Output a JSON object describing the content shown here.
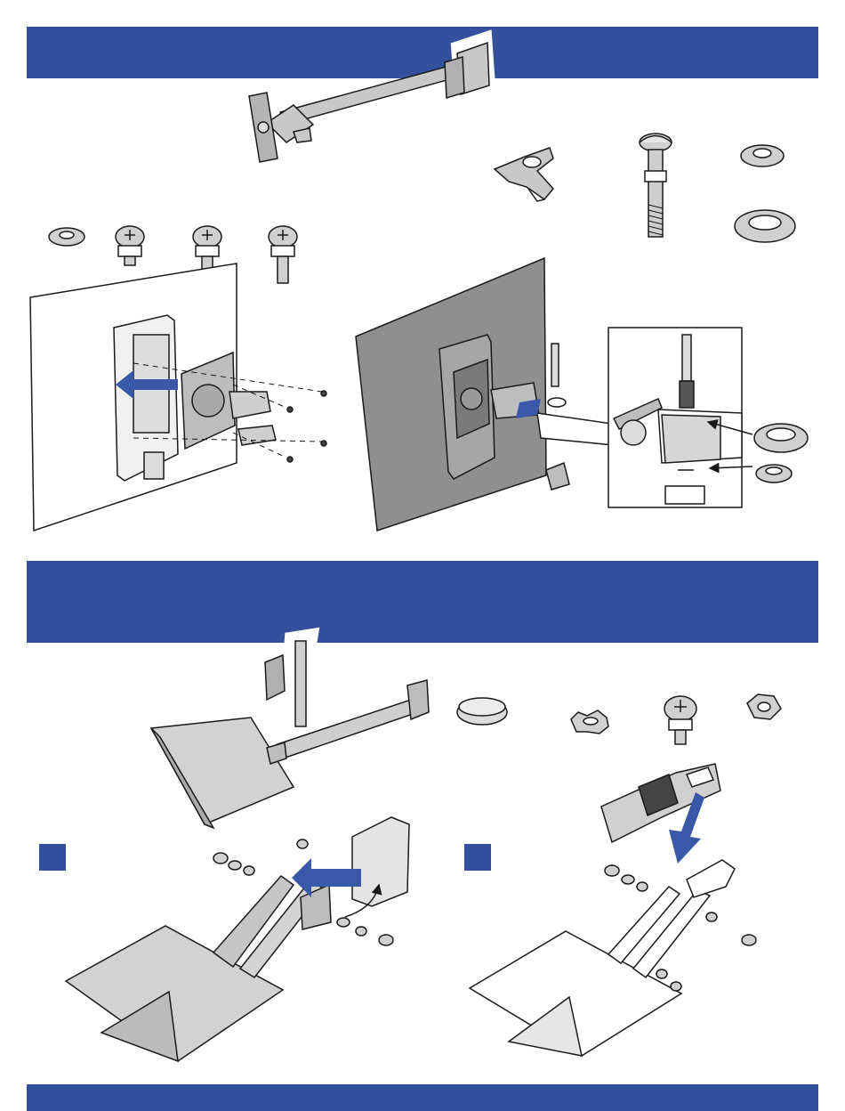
{
  "page": {
    "colors": {
      "banner": "#34509c",
      "arrow": "#3a58a8",
      "monitor": "#8f8f8f",
      "ink": "#1a1a1a"
    },
    "sections": [
      {
        "id": "monitor-mount",
        "banner_text": ""
      },
      {
        "id": "keyboard-tray",
        "banner_text": ""
      }
    ],
    "footer_text": "",
    "step_markers": [
      "",
      ""
    ],
    "icons": [
      "monitor-arm-illustration",
      "wing-knob-icon",
      "carriage-bolt-icon",
      "small-washer-icon",
      "large-washer-icon",
      "flat-washer-icon",
      "vesa-screw-icon",
      "monitor-back-illustration",
      "monitor-arm-attach-illustration",
      "bolt-detail-inset",
      "keyboard-arm-illustration",
      "rubber-cap-icon",
      "star-washer-icon",
      "pan-screw-icon",
      "hex-nut-icon",
      "tray-bracket-step-a",
      "tray-bracket-step-b"
    ]
  }
}
